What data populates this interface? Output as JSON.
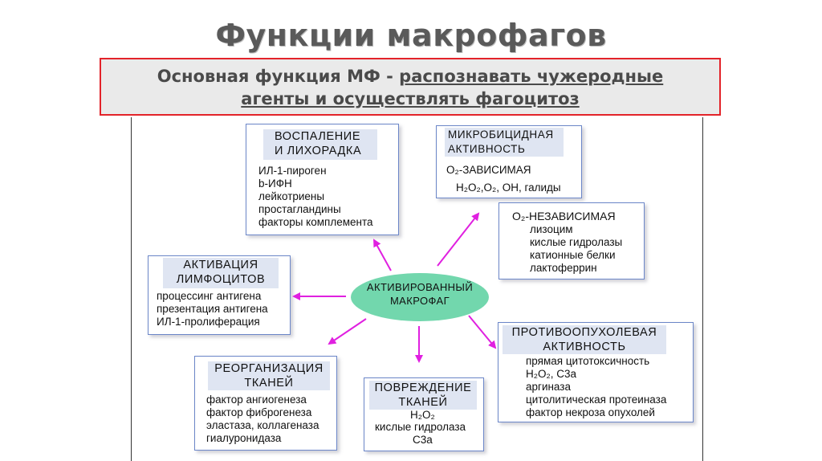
{
  "title": "Функции макрофагов",
  "banner": {
    "prefix": "Основная функция МФ - ",
    "underlined_1": "распознавать чужеродные",
    "underlined_2": "агенты и осуществлять фагоцитоз"
  },
  "center": {
    "line1": "АКТИВИРОВАННЫЙ",
    "line2": "МАКРОФАГ"
  },
  "inflammation": {
    "header": [
      "ВОСПАЛЕНИЕ",
      "И  ЛИХОРАДКА"
    ],
    "items": [
      "ИЛ-1-пироген",
      "b-ИФН",
      "лейкотриены",
      "простагландины",
      "факторы комплемента"
    ]
  },
  "microbicidal": {
    "header": [
      "МИКРОБИЦИДНАЯ",
      "АКТИВНОСТЬ"
    ],
    "items": [
      "О₂-ЗАВИСИМАЯ",
      "Н₂О₂,О₂, ОН, галиды"
    ]
  },
  "independent": {
    "header": "О₂-НЕЗАВИСИМАЯ",
    "items": [
      "лизоцим",
      "кислые гидролазы",
      "катионные белки",
      "лактоферрин"
    ]
  },
  "lymphocytes": {
    "header": [
      "АКТИВАЦИЯ",
      "ЛИМФОЦИТОВ"
    ],
    "items": [
      "процессинг антигена",
      "презентация антигена",
      "ИЛ-1-пролиферация"
    ]
  },
  "antitumor": {
    "header": [
      "ПРОТИВООПУХОЛЕВАЯ",
      "АКТИВНОСТЬ"
    ],
    "items": [
      "прямая цитотоксичность",
      "Н₂О₂, С3а",
      "аргиназа",
      "цитолитическая протеиназа",
      "фактор некроза опухолей"
    ]
  },
  "reorganization": {
    "header": [
      "РЕОРГАНИЗАЦИЯ",
      "ТКАНЕЙ"
    ],
    "items": [
      "фактор ангиогенеза",
      "фактор фиброгенеза",
      "эластаза, коллагеназа",
      "гиалуронидаза"
    ]
  },
  "damage": {
    "header": [
      "ПОВРЕЖДЕНИЕ",
      "ТКАНЕЙ"
    ],
    "items": [
      "Н₂О₂",
      "кислые гидролаза",
      "С3а"
    ]
  },
  "colors": {
    "arrow": "#e020e0",
    "ellipse": "#72d7ad",
    "box_border": "#6b86c8",
    "header_bg": "#dfe5f2",
    "banner_border": "#e3232a"
  }
}
